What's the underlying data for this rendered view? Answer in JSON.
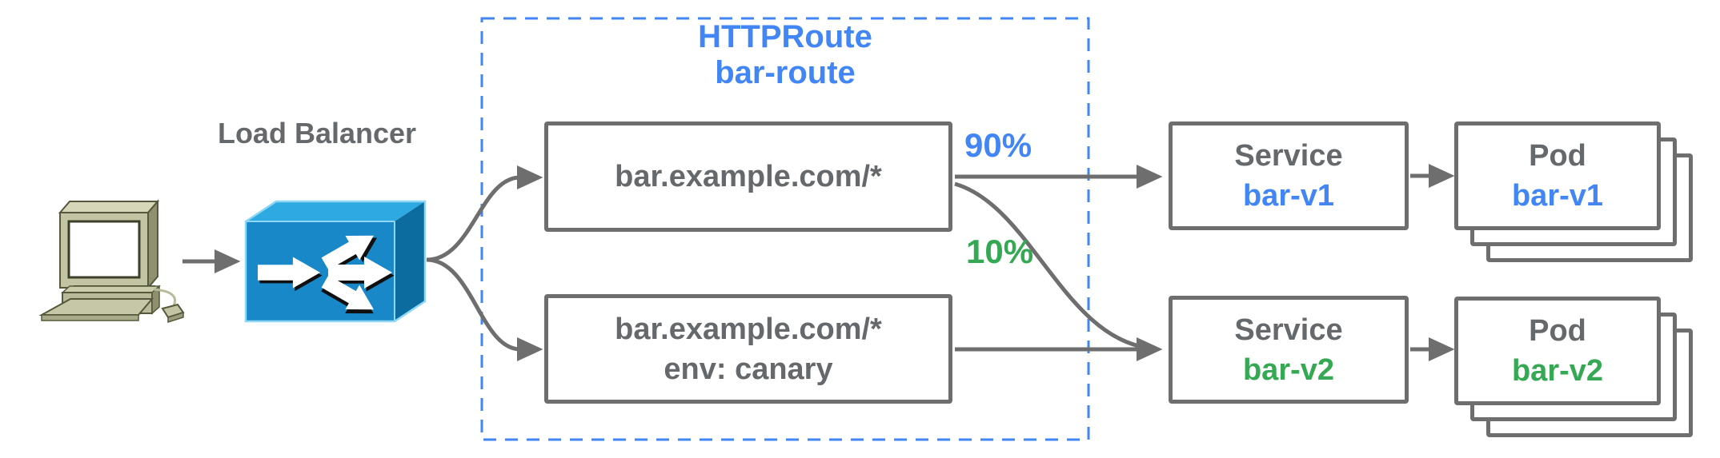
{
  "colors": {
    "blue": "#4285f4",
    "green": "#34a853",
    "text_gray": "#66696c",
    "line_gray": "#6e6e6e",
    "dashed_border_blue": "#4285f4",
    "lb_front_blue": "#1888c8",
    "lb_top_blue": "#2fa9e1",
    "lb_side_blue": "#0c6c9f",
    "computer_beige": "#c3c4a4"
  },
  "client": {
    "icon": "desktop-computer"
  },
  "load_balancer": {
    "label": "Load Balancer",
    "icon": "load-balancer-split-arrows"
  },
  "httproute": {
    "kind": "HTTPRoute",
    "name": "bar-route",
    "rules": [
      {
        "match": "bar.example.com/*",
        "weight": "90%"
      },
      {
        "match": "bar.example.com/*",
        "header": "env: canary",
        "weight": "10%"
      }
    ]
  },
  "backends": [
    {
      "service_label": "Service",
      "service_name": "bar-v1",
      "pod_label": "Pod",
      "pod_name": "bar-v1"
    },
    {
      "service_label": "Service",
      "service_name": "bar-v2",
      "pod_label": "Pod",
      "pod_name": "bar-v2"
    }
  ]
}
